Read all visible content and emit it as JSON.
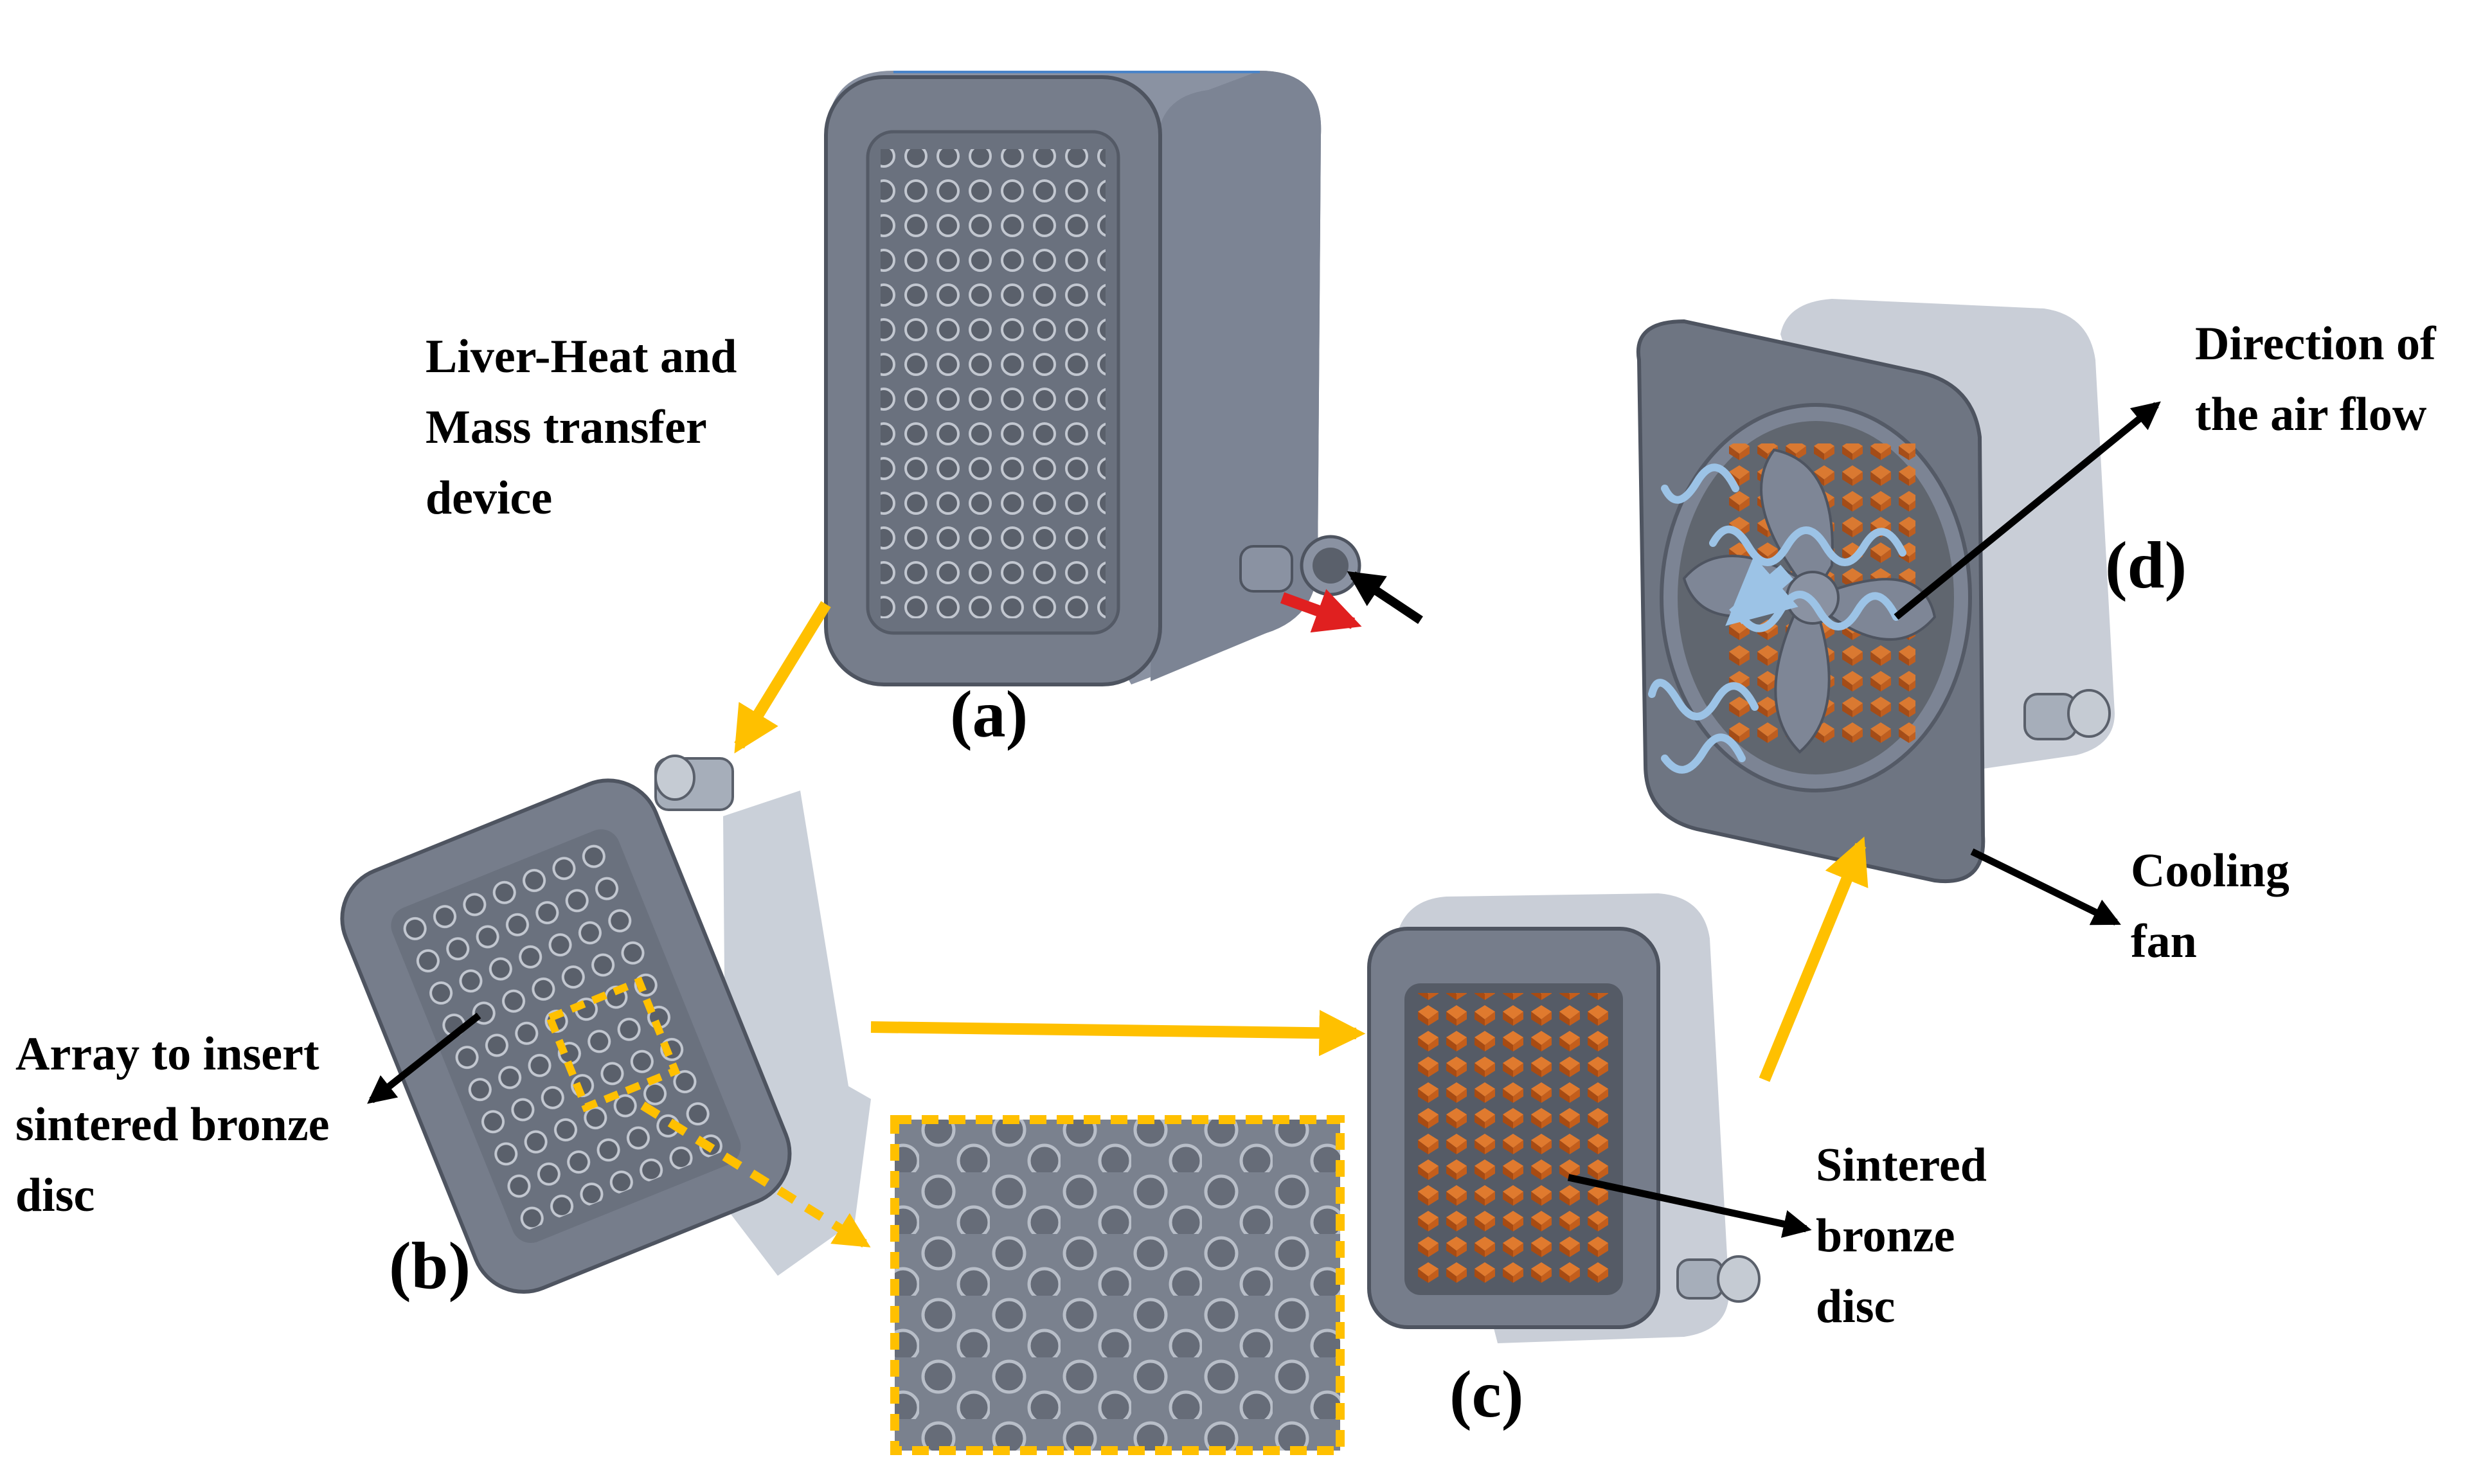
{
  "labels": {
    "device_line1": "Liver-Heat and",
    "device_line2": "Mass transfer",
    "device_line3": "device",
    "array_line1": "Array  to insert",
    "array_line2": "sintered bronze",
    "array_line3": "disc",
    "direction_line1": "Direction of",
    "direction_line2": "the air flow",
    "cooling_line1": "Cooling",
    "cooling_line2": "fan",
    "sintered_line1": "Sintered",
    "sintered_line2": "bronze",
    "sintered_line3": "disc"
  },
  "panels": {
    "a": "(a)",
    "b": "(b)",
    "c": "(c)",
    "d": "(d)"
  },
  "colors": {
    "flow_arrow": "#FFC000",
    "device_body": "#7E8696",
    "device_face": "#6E7582",
    "bronze": "#D2651E",
    "air_flow": "#9CC3E6",
    "outlet_arrow": "#E02020",
    "pointer": "#000000"
  }
}
